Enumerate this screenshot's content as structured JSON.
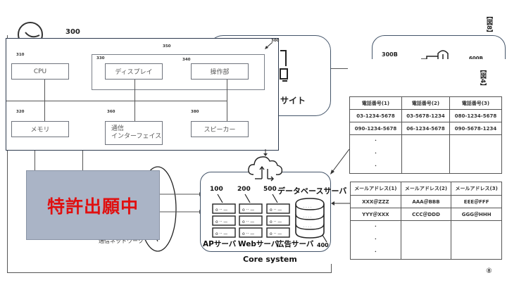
{
  "background_diagram": {
    "user_label": "300",
    "back_box_label": "300B",
    "back_box_label_right": "600B",
    "website_label": "サイト",
    "network_label": "通信ネットワーク"
  },
  "figure_labels": {
    "fig8": "【図8】",
    "fig4": "【図4】",
    "page_mark": "⑧"
  },
  "terminal_diagram": {
    "ref_outer": "300",
    "ref_group": "350",
    "blocks": [
      {
        "ref": "310",
        "label": "CPU"
      },
      {
        "ref": "330",
        "label": "ディスプレイ"
      },
      {
        "ref": "340",
        "label": "操作部"
      },
      {
        "ref": "320",
        "label": "メモリ"
      },
      {
        "ref": "360",
        "label": "通信\nインターフェイス"
      },
      {
        "ref": "380",
        "label": "スピーカー"
      }
    ]
  },
  "patent_overlay": {
    "text": "特許出願中",
    "bg_color": "#aab4c6",
    "text_color": "#e01010"
  },
  "core_system": {
    "title": "Core system",
    "db_title": "データベースサーバ",
    "servers": [
      {
        "ref": "100",
        "label": "APサーバ"
      },
      {
        "ref": "200",
        "label": "Webサーバ"
      },
      {
        "ref": "500",
        "label": "広告サーバ"
      }
    ],
    "db_ref": "400"
  },
  "phone_table": {
    "headers": [
      "電話番号(1)",
      "電話番号(2)",
      "電話番号(3)"
    ],
    "rows": [
      [
        "03-1234-5678",
        "03-5678-1234",
        "080-1234-5678"
      ],
      [
        "090-1234-5678",
        "06-1234-5678",
        "090-5678-1234"
      ]
    ],
    "ellipsis": "・"
  },
  "email_table": {
    "headers": [
      "メールアドレス(1)",
      "メールアドレス(2)",
      "メールアドレス(3)"
    ],
    "rows": [
      [
        "XXX＠ZZZ",
        "AAA＠BBB",
        "EEE＠FFF"
      ],
      [
        "YYY＠XXX",
        "CCC＠DDD",
        "GGG＠HHH"
      ]
    ],
    "ellipsis": "・"
  }
}
